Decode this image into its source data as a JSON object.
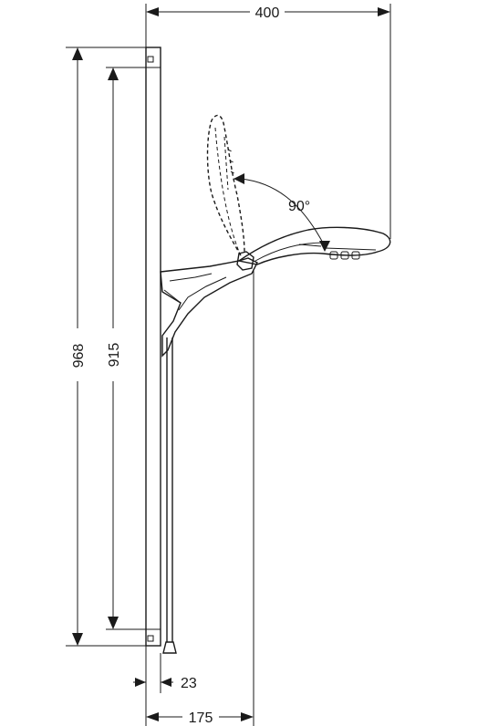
{
  "dimensions": {
    "total_width": "400",
    "total_height": "968",
    "bar_height": "915",
    "tilt_angle": "90°",
    "wall_offset": "23",
    "bracket_depth": "175"
  }
}
